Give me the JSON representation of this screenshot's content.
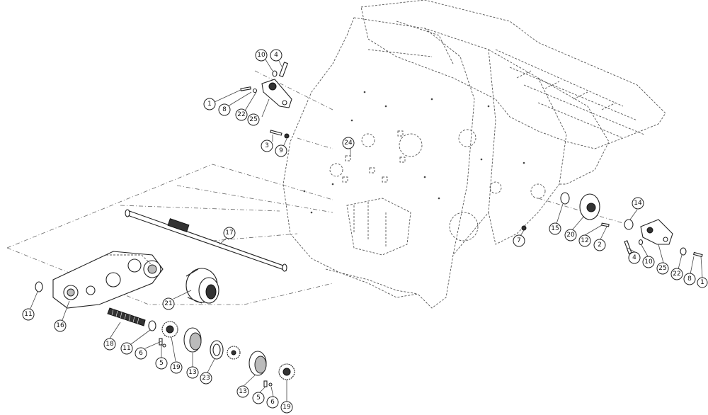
{
  "callouts": [
    {
      "id": "c-10-top",
      "label": "10"
    },
    {
      "id": "c-4-top",
      "label": "4"
    },
    {
      "id": "c-1-top",
      "label": "1"
    },
    {
      "id": "c-8-top",
      "label": "8"
    },
    {
      "id": "c-22-top",
      "label": "22"
    },
    {
      "id": "c-25-top",
      "label": "25"
    },
    {
      "id": "c-3",
      "label": "3"
    },
    {
      "id": "c-9",
      "label": "9"
    },
    {
      "id": "c-24",
      "label": "24"
    },
    {
      "id": "c-17",
      "label": "17"
    },
    {
      "id": "c-11-left",
      "label": "11"
    },
    {
      "id": "c-16",
      "label": "16"
    },
    {
      "id": "c-21",
      "label": "21"
    },
    {
      "id": "c-18",
      "label": "18"
    },
    {
      "id": "c-11-mid",
      "label": "11"
    },
    {
      "id": "c-6-a",
      "label": "6"
    },
    {
      "id": "c-5-a",
      "label": "5"
    },
    {
      "id": "c-19-a",
      "label": "19"
    },
    {
      "id": "c-13-a",
      "label": "13"
    },
    {
      "id": "c-23",
      "label": "23"
    },
    {
      "id": "c-13-b",
      "label": "13"
    },
    {
      "id": "c-5-b",
      "label": "5"
    },
    {
      "id": "c-6-b",
      "label": "6"
    },
    {
      "id": "c-19-b",
      "label": "19"
    },
    {
      "id": "c-7",
      "label": "7"
    },
    {
      "id": "c-15",
      "label": "15"
    },
    {
      "id": "c-20",
      "label": "20"
    },
    {
      "id": "c-12",
      "label": "12"
    },
    {
      "id": "c-2",
      "label": "2"
    },
    {
      "id": "c-14",
      "label": "14"
    },
    {
      "id": "c-4-right",
      "label": "4"
    },
    {
      "id": "c-10-right",
      "label": "10"
    },
    {
      "id": "c-25-right",
      "label": "25"
    },
    {
      "id": "c-22-right",
      "label": "22"
    },
    {
      "id": "c-8-right",
      "label": "8"
    },
    {
      "id": "c-1-right",
      "label": "1"
    }
  ]
}
